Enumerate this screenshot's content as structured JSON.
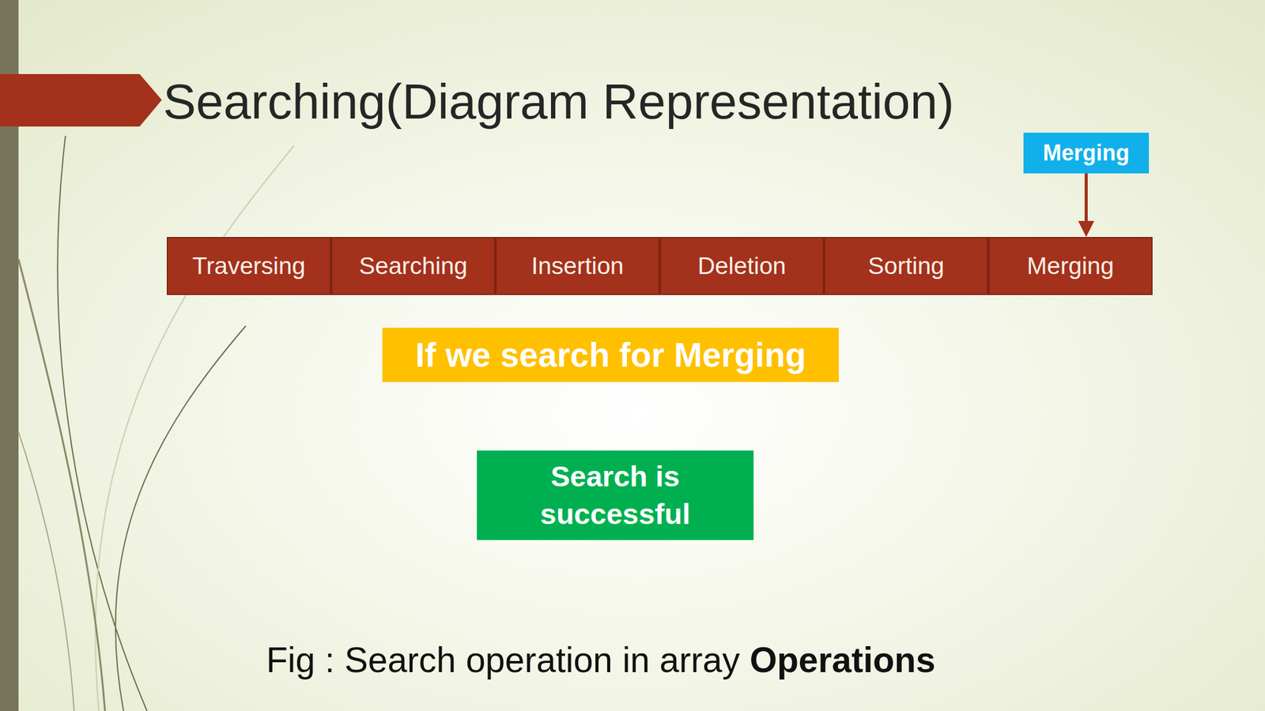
{
  "diagram": {
    "title": "Searching(Diagram Representation)",
    "caption": "Fig : Search operation in array",
    "nodes": [
      {
        "text": [
          "Merging"
        ]
      },
      {
        "text": [
          "Traversing"
        ]
      },
      {
        "text": [
          "Searching"
        ]
      },
      {
        "text": [
          "Insertion"
        ]
      },
      {
        "text": [
          "Deletion"
        ]
      },
      {
        "text": [
          "Sorting"
        ]
      },
      {
        "text": [
          "Merging"
        ]
      },
      {
        "text": [
          "If we search for Merging"
        ]
      },
      {
        "text": [
          "Search is successful"
        ]
      }
    ],
    "edges": [
      {
        "from": 0,
        "to": 6,
        "arrow": "to"
      }
    ],
    "labels": [
      "Operations"
    ]
  }
}
